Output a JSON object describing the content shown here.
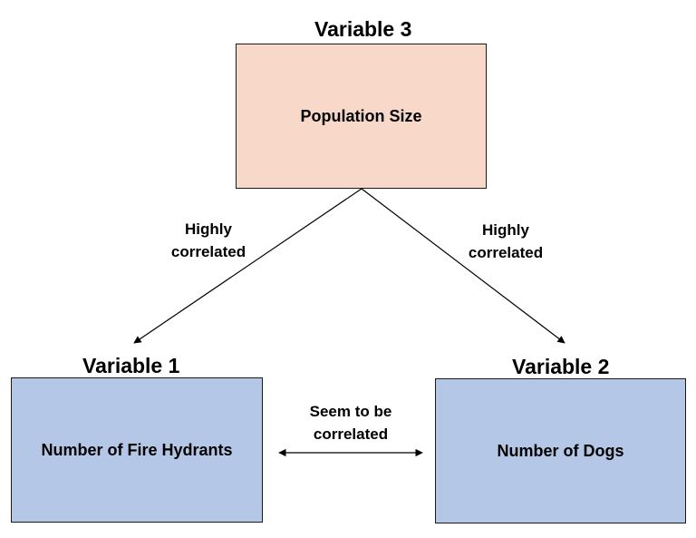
{
  "variables": {
    "top": {
      "title": "Variable 3",
      "label": "Population Size"
    },
    "left": {
      "title": "Variable 1",
      "label": "Number of Fire Hydrants"
    },
    "right": {
      "title": "Variable 2",
      "label": "Number of Dogs"
    }
  },
  "edges": {
    "top_to_left": {
      "line1": "Highly",
      "line2": "correlated"
    },
    "top_to_right": {
      "line1": "Highly",
      "line2": "correlated"
    },
    "left_to_right": {
      "line1": "Seem to be",
      "line2": "correlated"
    }
  },
  "colors": {
    "top_box_fill": "#f8d9c9",
    "bottom_box_fill": "#b4c7e6",
    "stroke": "#1a1a1a"
  }
}
